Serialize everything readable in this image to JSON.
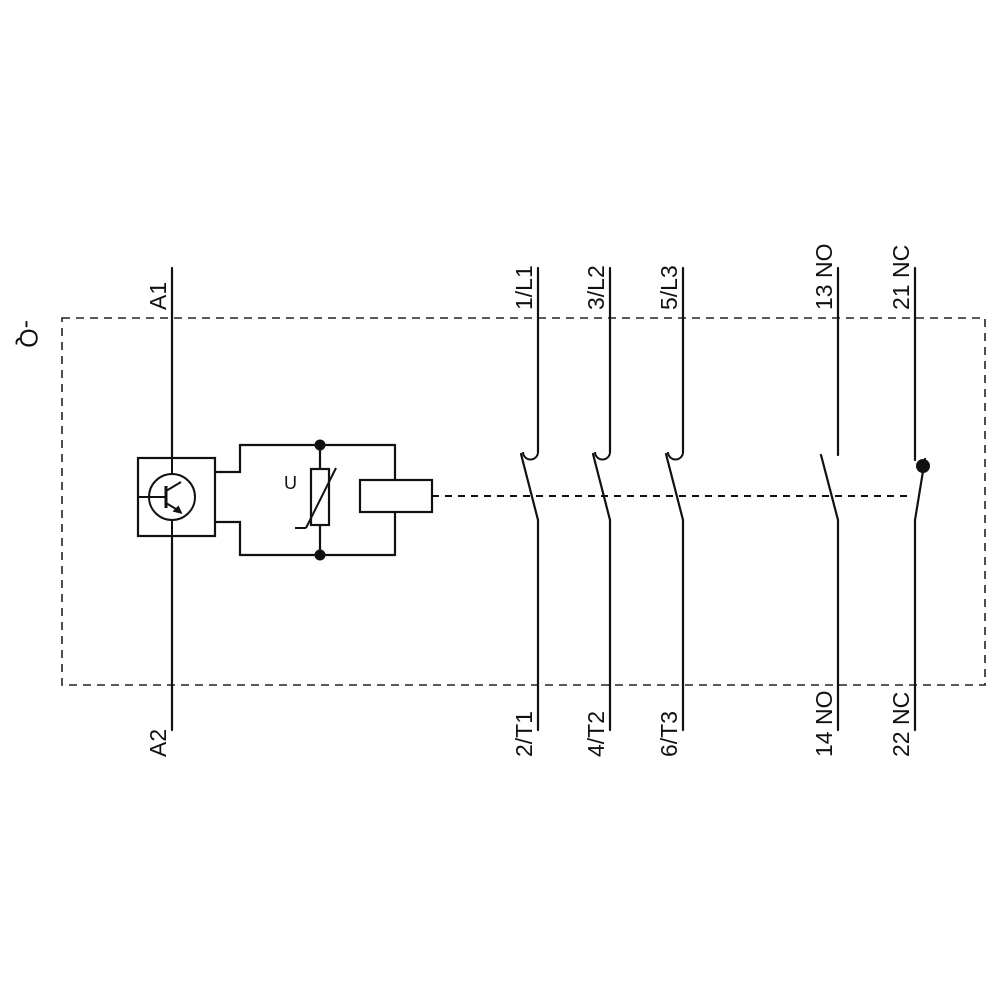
{
  "diagram": {
    "type": "contactor-wiring-schematic",
    "designation": "-Q",
    "colors": {
      "line": "#111111",
      "background": "#ffffff"
    },
    "coil_circuit": {
      "top_terminal": "A1",
      "bottom_terminal": "A2",
      "suppressor_label": "U"
    },
    "poles": [
      {
        "top": "1/L1",
        "bottom": "2/T1",
        "kind": "main-contact-NO"
      },
      {
        "top": "3/L2",
        "bottom": "4/T2",
        "kind": "main-contact-NO"
      },
      {
        "top": "5/L3",
        "bottom": "6/T3",
        "kind": "main-contact-NO"
      },
      {
        "top": "13 NO",
        "bottom": "14 NO",
        "kind": "aux-contact-NO"
      },
      {
        "top": "21 NC",
        "bottom": "22 NC",
        "kind": "aux-contact-NC"
      }
    ]
  }
}
